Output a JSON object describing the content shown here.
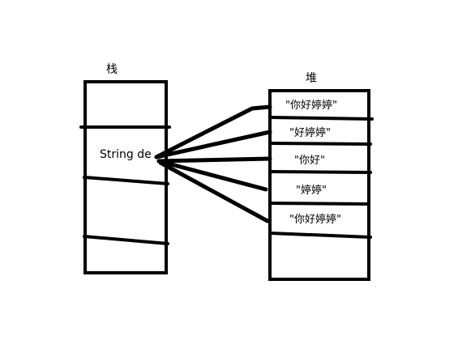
{
  "diagram": {
    "stack": {
      "title": "栈",
      "variable": "String de"
    },
    "heap": {
      "title": "堆",
      "cells": [
        "\"你好婷婷\"",
        "\"好婷婷\"",
        "\"你好\"",
        "\"婷婷\"",
        "\"你好婷婷\""
      ]
    },
    "colors": {
      "ink": "#000000",
      "background": "#ffffff"
    }
  }
}
